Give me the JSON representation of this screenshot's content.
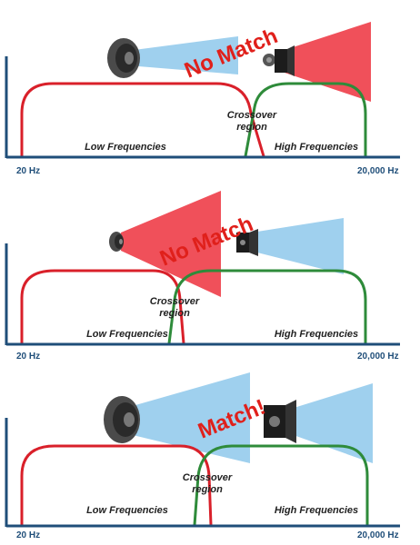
{
  "colors": {
    "axis": "#1f4e79",
    "low_curve": "#d9202a",
    "high_curve": "#2e8b3a",
    "blue_beam": "#9fd0ee",
    "red_beam": "#f0505a",
    "stamp": "#e0201b",
    "hz_text": "#1f4e79"
  },
  "panels": [
    {
      "stamp": "No Match",
      "verdict": "no-match",
      "crossover_label_line1": "Crossover",
      "crossover_label_line2": "region",
      "low_label": "Low Frequencies",
      "high_label": "High Frequencies",
      "axis_left": "20 Hz",
      "axis_right": "20,000 Hz",
      "woofer_beam": "blue",
      "tweeter_beam": "red",
      "icons": [
        "woofer-icon",
        "tweeter-icon"
      ]
    },
    {
      "stamp": "No Match",
      "verdict": "no-match",
      "crossover_label_line1": "Crossover",
      "crossover_label_line2": "region",
      "low_label": "Low Frequencies",
      "high_label": "High Frequencies",
      "axis_left": "20 Hz",
      "axis_right": "20,000 Hz",
      "woofer_beam": "red",
      "tweeter_beam": "blue",
      "icons": [
        "woofer-icon",
        "tweeter-icon"
      ]
    },
    {
      "stamp": "Match!",
      "verdict": "match",
      "crossover_label_line1": "Crossover",
      "crossover_label_line2": "region",
      "low_label": "Low Frequencies",
      "high_label": "High Frequencies",
      "axis_left": "20 Hz",
      "axis_right": "20,000 Hz",
      "woofer_beam": "blue",
      "tweeter_beam": "blue",
      "icons": [
        "woofer-icon",
        "tweeter-icon"
      ]
    }
  ]
}
